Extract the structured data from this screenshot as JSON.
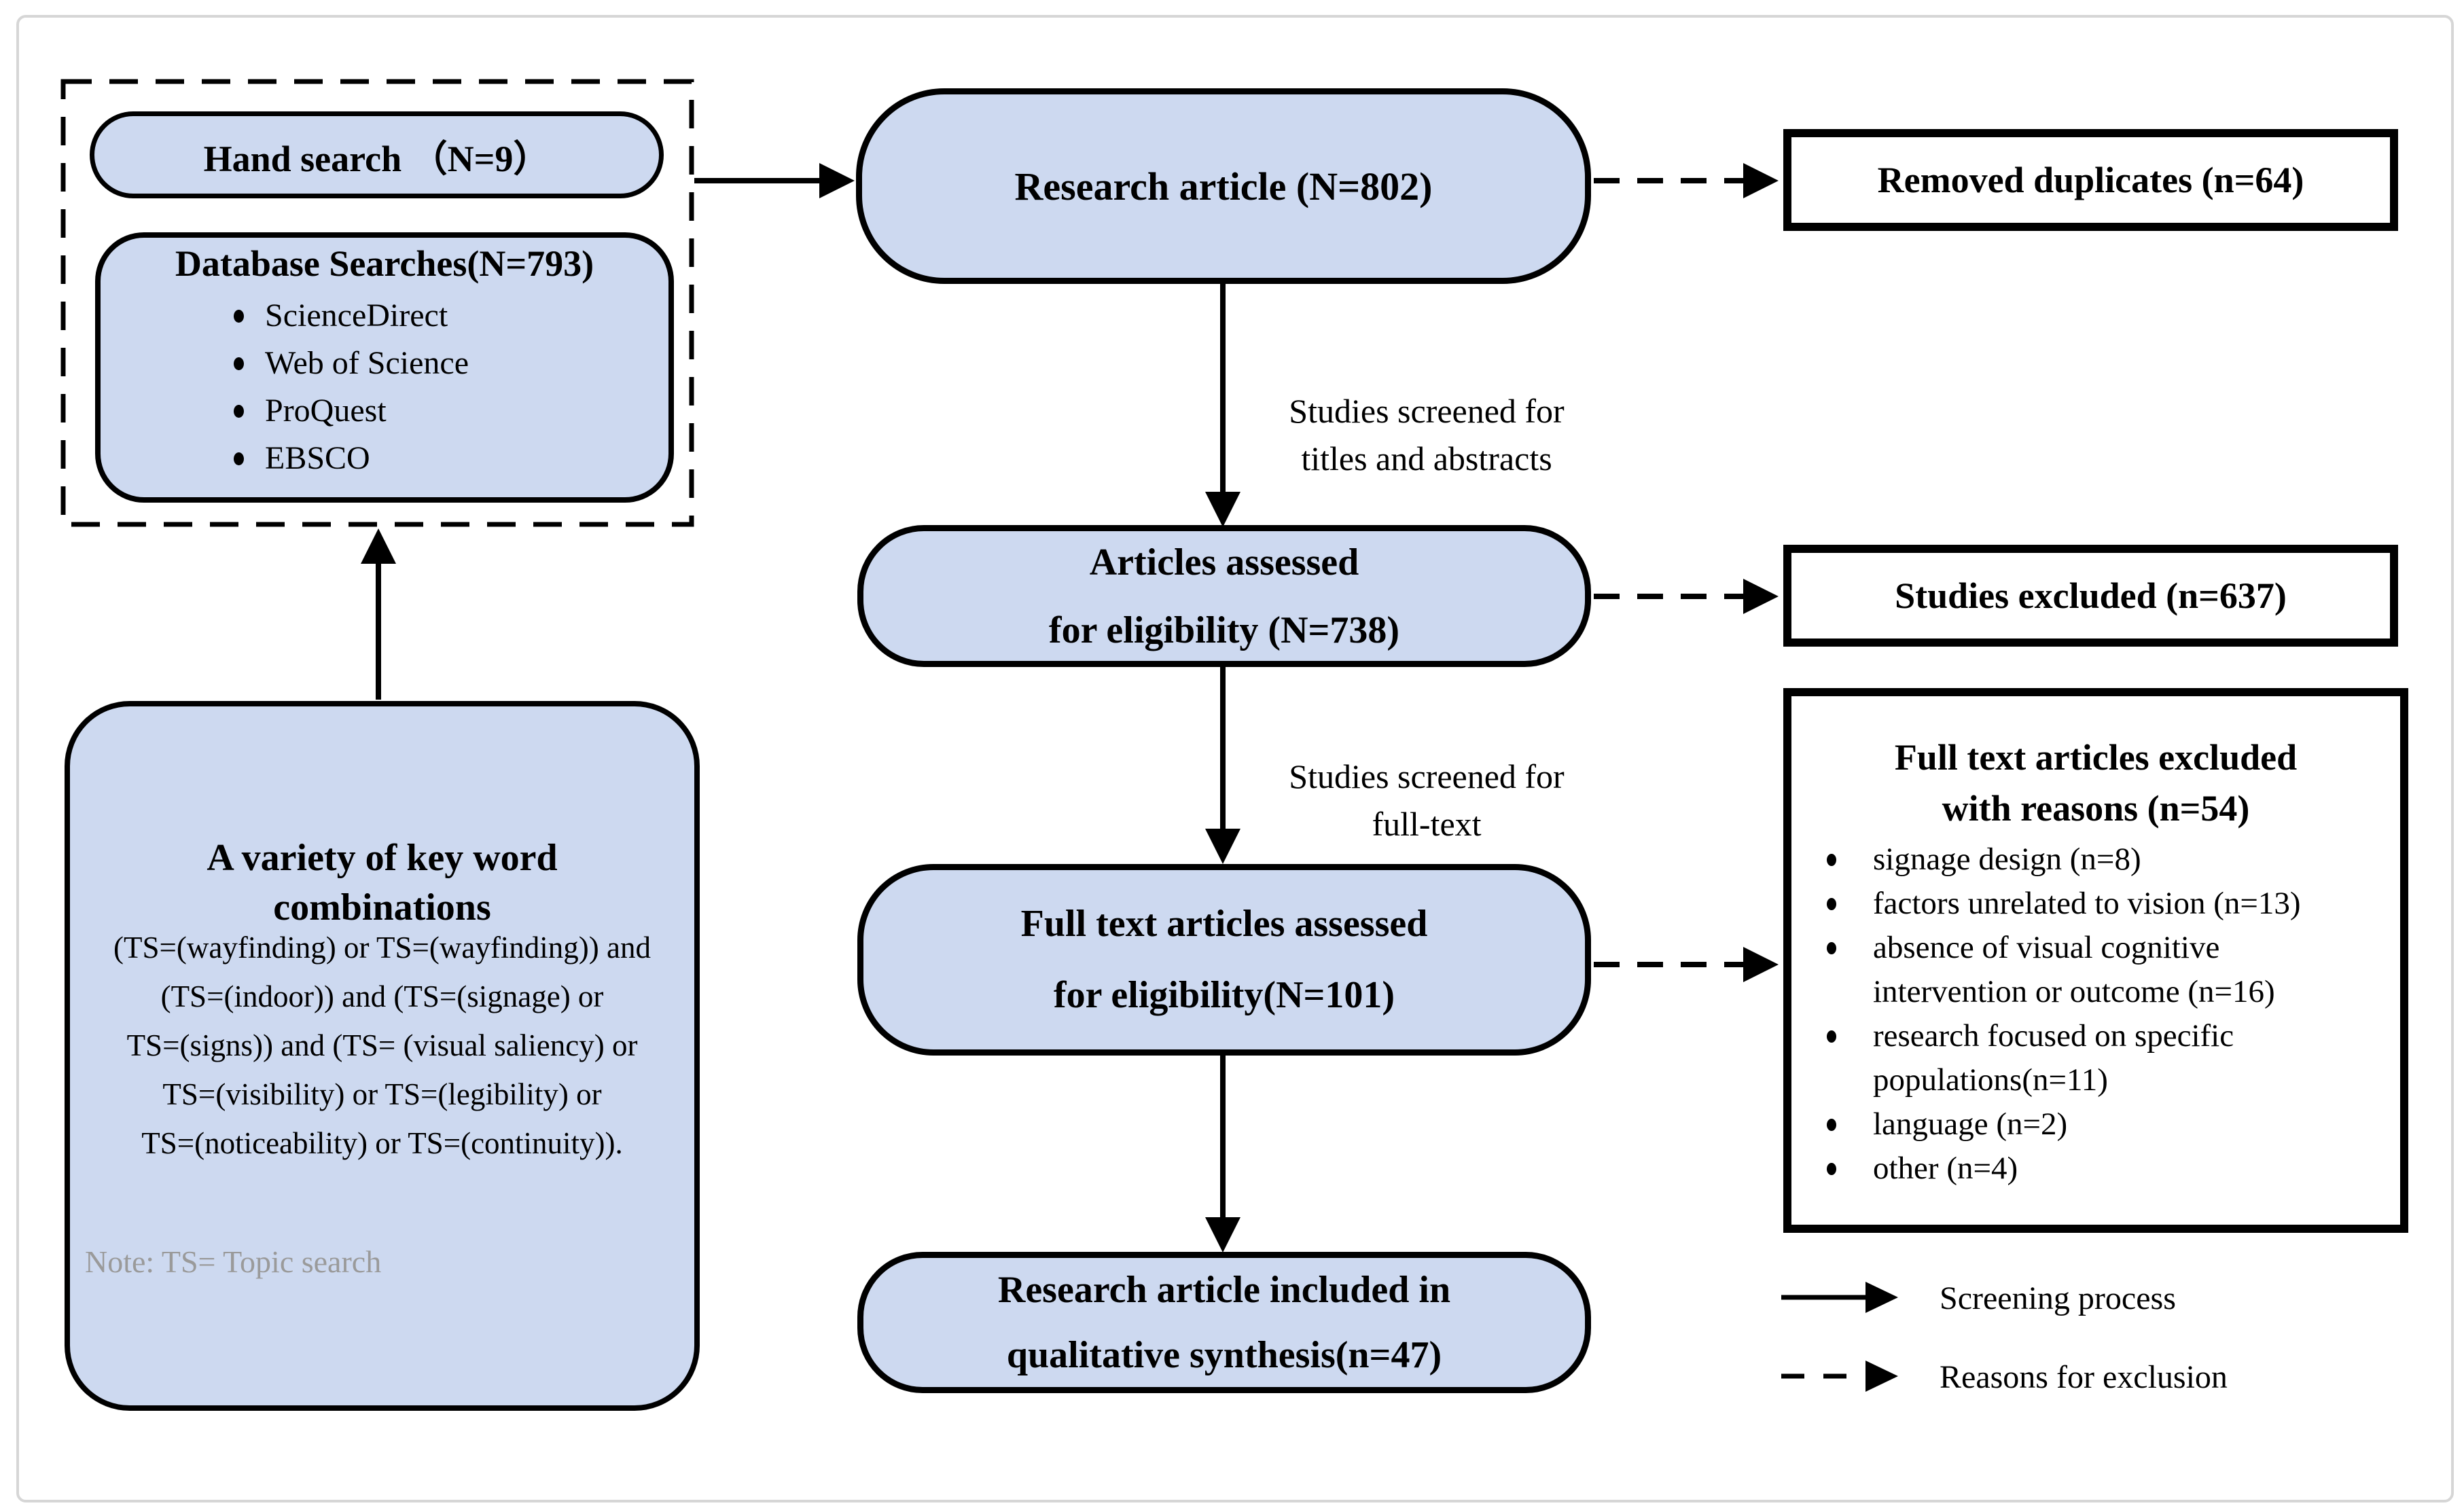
{
  "palette": {
    "box_fill": "#cdd9f0",
    "box_border": "#000000",
    "frame_border": "#d6d6d6",
    "note_gray": "#9a9a9a",
    "background": "#ffffff"
  },
  "search_group": {
    "hand_search": "Hand search （N=9）",
    "database_title": "Database Searches(N=793)",
    "databases": [
      "ScienceDirect",
      "Web of Science",
      "ProQuest",
      "EBSCO"
    ]
  },
  "flow": {
    "research_article": "Research article (N=802)",
    "articles_line1": "Articles assessed",
    "articles_line2": "for eligibility (N=738)",
    "fulltext_line1": "Full text articles assessed",
    "fulltext_line2": "for eligibility(N=101)",
    "included_line1": "Research article included in",
    "included_line2": "qualitative synthesis(n=47)"
  },
  "edge_labels": {
    "titles_line1": "Studies screened for",
    "titles_line2": "titles and abstracts",
    "fulltext_line1": "Studies screened for",
    "fulltext_line2": "full-text"
  },
  "exclusion": {
    "removed_duplicates": "Removed duplicates (n=64)",
    "studies_excluded": "Studies excluded (n=637)",
    "reasons_title1": "Full text articles excluded",
    "reasons_title2": "with reasons (n=54)",
    "reasons": [
      {
        "bullet": true,
        "text": "signage design (n=8)"
      },
      {
        "bullet": true,
        "text": "factors unrelated to vision (n=13)"
      },
      {
        "bullet": true,
        "text": "absence of visual cognitive"
      },
      {
        "bullet": false,
        "text": "intervention or outcome (n=16)"
      },
      {
        "bullet": true,
        "text": "research focused on specific"
      },
      {
        "bullet": false,
        "text": "populations(n=11)"
      },
      {
        "bullet": true,
        "text": "language (n=2)"
      },
      {
        "bullet": true,
        "text": "other (n=4)"
      }
    ]
  },
  "keywords": {
    "title1": "A variety of key word",
    "title2": "combinations",
    "lines": [
      "(TS=(wayfinding) or TS=(wayfinding)) and",
      "(TS=(indoor)) and (TS=(signage) or",
      "TS=(signs)) and (TS= (visual saliency) or",
      "TS=(visibility) or TS=(legibility) or",
      "TS=(noticeability) or TS=(continuity))."
    ],
    "note": "Note: TS= Topic search"
  },
  "legend": {
    "screening": "Screening process",
    "exclusion": "Reasons for exclusion"
  }
}
